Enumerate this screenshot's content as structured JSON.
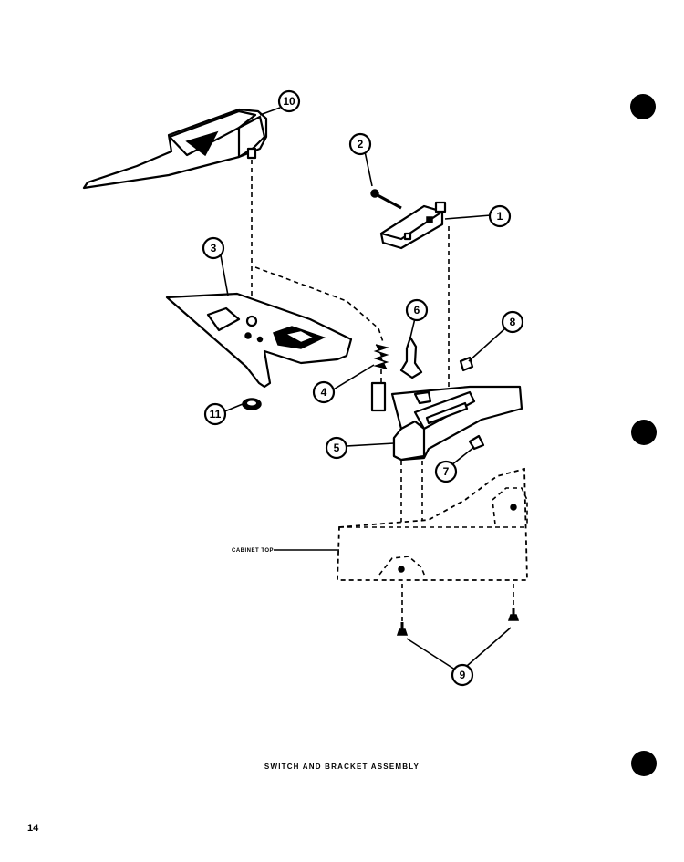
{
  "caption": "SWITCH AND BRACKET ASSEMBLY",
  "page_number": "14",
  "cabinet_label": "CABINET TOP",
  "callouts": [
    "1",
    "2",
    "3",
    "4",
    "5",
    "6",
    "7",
    "8",
    "9",
    "10",
    "11"
  ],
  "colors": {
    "ink": "#000000",
    "paper": "#ffffff"
  }
}
